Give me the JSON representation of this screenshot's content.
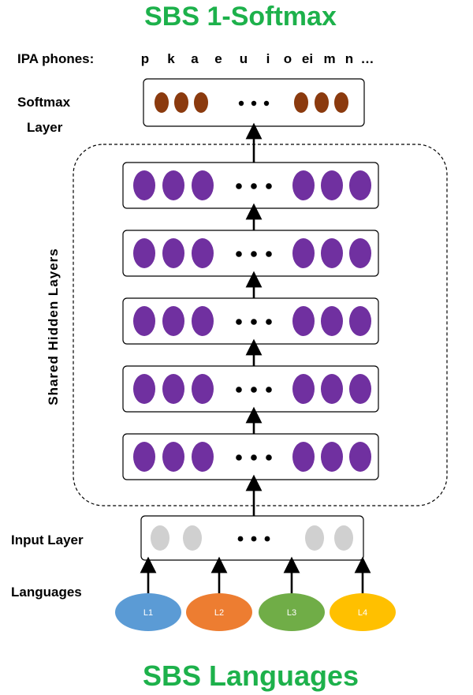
{
  "title_top": "SBS 1-Softmax",
  "title_bottom": "SBS Languages",
  "labels": {
    "ipa_phones": "IPA phones:",
    "softmax_line1": "Softmax",
    "softmax_line2": "Layer",
    "shared_hidden": "Shared Hidden Layers",
    "input_layer": "Input Layer",
    "languages": "Languages"
  },
  "ipa_phones": [
    "p",
    "k",
    "a",
    "e",
    "u",
    "i",
    "o",
    "ei",
    "m",
    "n",
    "…"
  ],
  "languages": [
    {
      "name": "L1",
      "color": "#5b9bd5"
    },
    {
      "name": "L2",
      "color": "#ed7d31"
    },
    {
      "name": "L3",
      "color": "#70ad47"
    },
    {
      "name": "L4",
      "color": "#ffc000"
    }
  ],
  "node_colors": {
    "softmax": "#8b3a0e",
    "hidden": "#7030a0",
    "input": "#d0d0d0"
  },
  "hidden_layer_count": 5
}
